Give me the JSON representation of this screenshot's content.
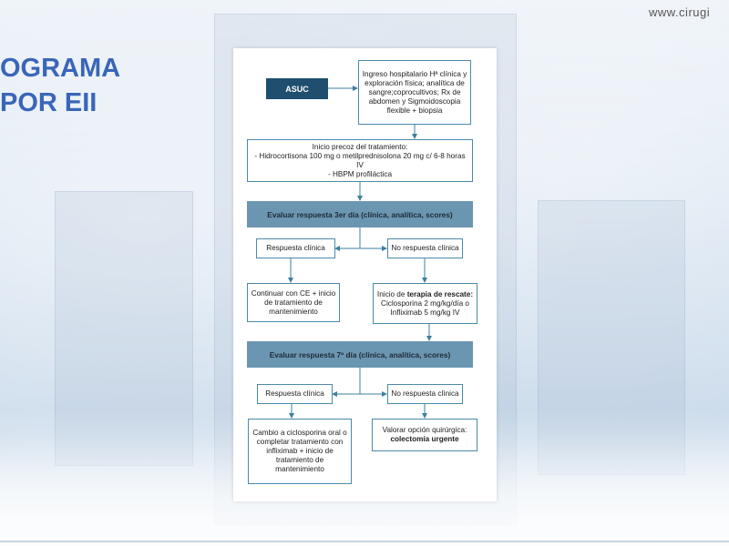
{
  "header": {
    "website": "www.cirugi"
  },
  "slide": {
    "title_line1": "OGRAMA",
    "title_line2": "POR EII"
  },
  "flowchart": {
    "asuc": "ASUC",
    "ingreso": "Ingreso hospitalario Hª clínica y exploración física; analítica de sangre;coprocultivos; Rx de abdomen y Sigmoidoscopia flexible + biopsia",
    "inicio_line1": "Inicio precoz del tratamiento:",
    "inicio_line2": "- Hidrocortisona 100 mg o metilprednisolona 20 mg c/ 6-8 horas IV",
    "inicio_line3": "- HBPM profiláctica",
    "evaluar3": "Evaluar respuesta 3er día (clínica, analítica, scores)",
    "respuesta_clinica_1": "Respuesta clínica",
    "no_respuesta_1": "No respuesta clínica",
    "continuar": "Continuar con CE + inicio de tratamiento de mantenimiento",
    "rescate_prefix": "Inicio de ",
    "rescate_bold": "terapia de rescate:",
    "rescate_line2": "Ciclosporina 2 mg/kg/día o",
    "rescate_line3": "Infliximab 5 mg/kg IV",
    "evaluar7": "Evaluar respuesta 7º día (clínica, analítica, scores)",
    "respuesta_clinica_2": "Respuesta clínica",
    "no_respuesta_2": "No respuesta clínica",
    "cambio": "Cambio a ciclosporina oral o completar tratamiento con infliximab + inicio de tratamiento de mantenimiento",
    "valorar_line1": "Valorar opción quirúrgica:",
    "valorar_bold": "colectomía urgente"
  }
}
